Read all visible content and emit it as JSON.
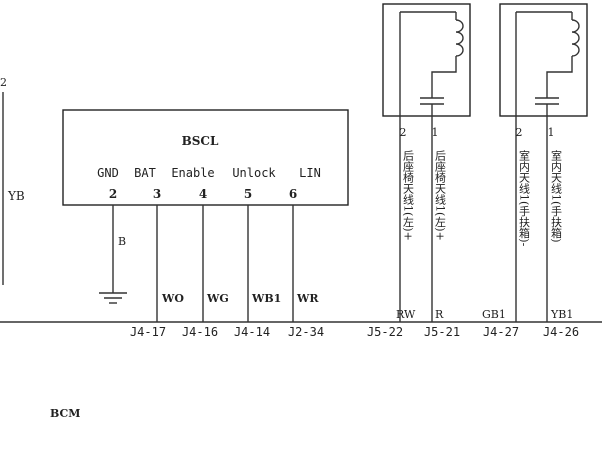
{
  "left_edge": {
    "fragment": "2",
    "wire_label": "YB"
  },
  "module": {
    "title": "BSCL",
    "pins": [
      {
        "name": "GND",
        "number": "2"
      },
      {
        "name": "BAT",
        "number": "3"
      },
      {
        "name": "Enable",
        "number": "4"
      },
      {
        "name": "Unlock",
        "number": "5"
      },
      {
        "name": "LIN",
        "number": "6"
      }
    ],
    "ground_wire_label": "B"
  },
  "wires": [
    {
      "color_code": "WO",
      "connector": "J4-17"
    },
    {
      "color_code": "WG",
      "connector": "J4-16"
    },
    {
      "color_code": "WB1",
      "connector": "J4-14"
    },
    {
      "color_code": "WR",
      "connector": "J2-34"
    }
  ],
  "antennas": [
    {
      "group": "rear-seat",
      "pins": [
        {
          "number": "2",
          "label": "后座椅天线1(左)+",
          "wire": "RW",
          "connector": "J5-22"
        },
        {
          "number": "1",
          "label": "后座椅天线1(左)+",
          "wire": "R",
          "connector": "J5-21"
        }
      ]
    },
    {
      "group": "interior",
      "pins": [
        {
          "number": "2",
          "label": "室内天线1(手扶箱)-",
          "wire": "GB1",
          "connector": "J4-27"
        },
        {
          "number": "1",
          "label": "室内天线1(手扶箱)",
          "wire": "YB1",
          "connector": "J4-26"
        }
      ]
    }
  ],
  "bottom_label": "BCM"
}
